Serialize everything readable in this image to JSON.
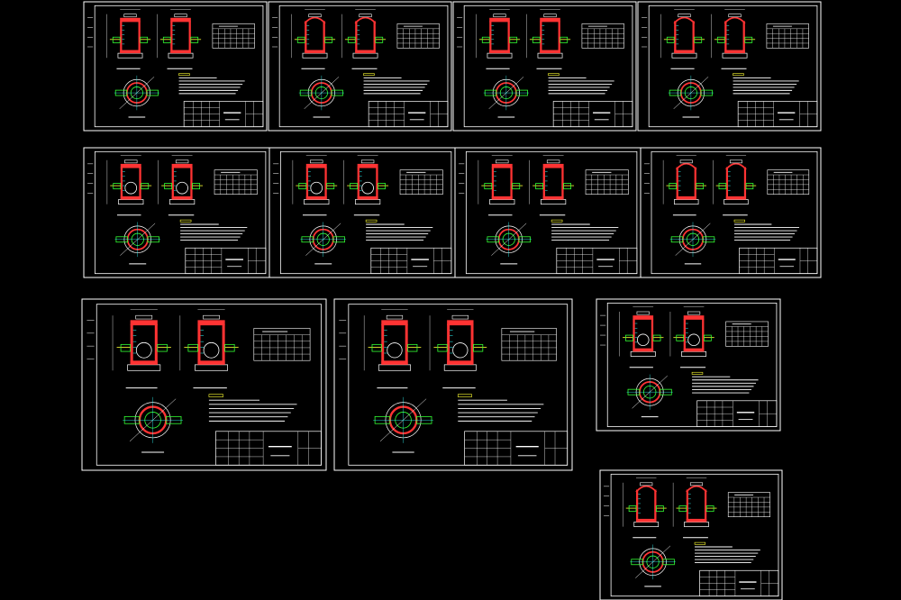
{
  "app": {
    "background": "#000000",
    "sheet_border_color": "#ffffff",
    "wall_color": "#ff3333",
    "accent_green": "#33ff33",
    "accent_yellow": "#ffff33",
    "accent_cyan": "#33ffff",
    "line_color": "#ffffff"
  },
  "sheets": [
    {
      "id": "sheet-1",
      "variant": "small-shallow"
    },
    {
      "id": "sheet-2",
      "variant": "tall-deep"
    },
    {
      "id": "sheet-3",
      "variant": "small-shallow"
    },
    {
      "id": "sheet-4",
      "variant": "tall-deep"
    },
    {
      "id": "sheet-5",
      "variant": "pipe-mid"
    },
    {
      "id": "sheet-6",
      "variant": "pipe-mid"
    },
    {
      "id": "sheet-7",
      "variant": "small-shallow"
    },
    {
      "id": "sheet-8",
      "variant": "tall-deep"
    },
    {
      "id": "sheet-9",
      "variant": "large"
    },
    {
      "id": "sheet-10",
      "variant": "large"
    },
    {
      "id": "sheet-11",
      "variant": "pipe-mid"
    },
    {
      "id": "sheet-12",
      "variant": "tall-deep"
    }
  ]
}
